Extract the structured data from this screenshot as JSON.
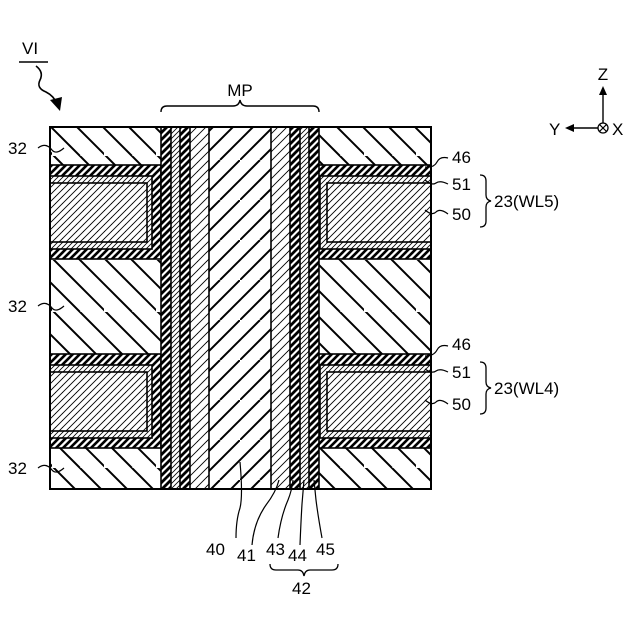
{
  "figure": {
    "view_label": "VI",
    "pillar_label": "MP",
    "labels": {
      "insulator_32": "32",
      "block_46": "46",
      "barrier_51": "51",
      "conductor_50": "50",
      "word_line_wl5": "23(WL5)",
      "word_line_wl4": "23(WL4)",
      "core_40": "40",
      "channel_41": "41",
      "film_43": "43",
      "film_44": "44",
      "film_45": "45",
      "stack_42": "42"
    },
    "axes": {
      "z": "Z",
      "y": "Y",
      "x": "X"
    }
  }
}
